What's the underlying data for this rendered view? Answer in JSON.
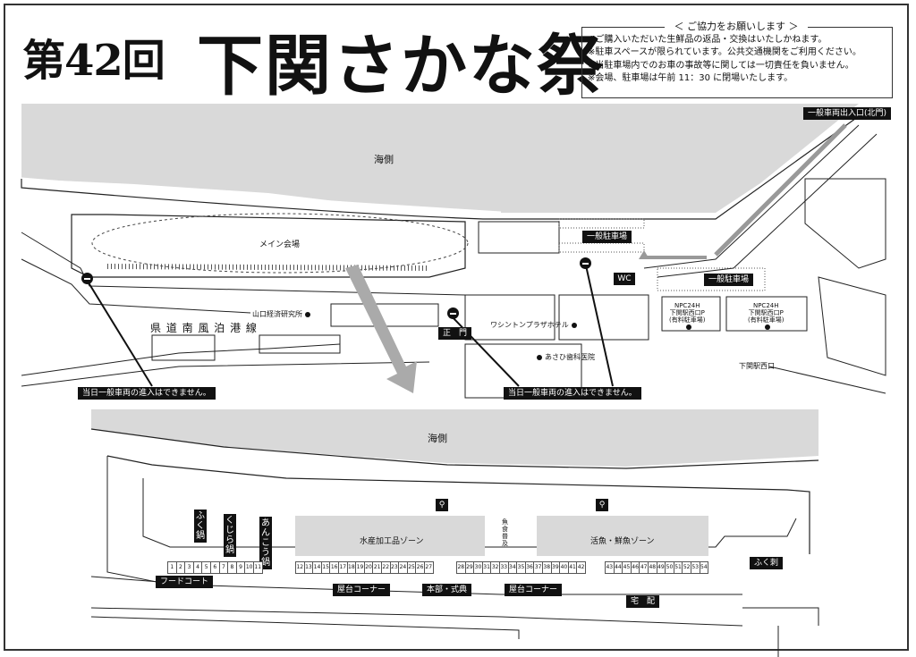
{
  "title": {
    "number": "第42回",
    "main": "下関さかな祭"
  },
  "notice": {
    "heading": "＜ ご協力をお願いします ＞",
    "lines": [
      "※ご購入いただいた生鮮品の返品・交換はいたしかねます。",
      "※駐車スペースが限られています。公共交通機関をご利用ください。",
      "※当駐車場内でのお車の事故等に関しては一切責任を負いません。",
      "※会場、駐車場は午前 11：30 に閉場いたします。"
    ]
  },
  "upper_map": {
    "sea": "海側",
    "main_venue": "メイン会場",
    "road": "県 道 南 風 泊 港 線",
    "exit": "一般車両出入口(北門)",
    "parking_1": "一般駐車場",
    "parking_2": "一般駐車場",
    "yamaguchi": "山口経済研究所",
    "main_gate": "正　門",
    "hotel": "ワシントンプラザホテル",
    "dental": "あさひ歯科医院",
    "npc1": [
      "NPC24H",
      "下関駅西口P",
      "(有料駐車場)"
    ],
    "npc2": [
      "NPC24H",
      "下関駅西口P",
      "(有料駐車場)"
    ],
    "station_west": "下関駅西口",
    "no_entry_left": "当日一般車両の進入はできません。",
    "no_entry_right": "当日一般車両の進入はできません。",
    "wc": "WC"
  },
  "lower_map": {
    "sea": "海側",
    "zone_processed": "水産加工品ゾーン",
    "zone_fresh": "活魚・鮮魚ゾーン",
    "fish_food": "魚食普及",
    "fuku_nabe": "ふく鍋",
    "kujira_nabe": "くじら鍋",
    "ankou_nabe": "あんこう鍋",
    "food_court": "フードコート",
    "yatai_1": "屋台コーナー",
    "honbu": "本部・式典",
    "yatai_2": "屋台コーナー",
    "fukusashi": "ふく刺",
    "delivery": "宅　配",
    "stalls_a": [
      "1",
      "2",
      "3",
      "4",
      "5",
      "6",
      "7",
      "8",
      "9",
      "10",
      "11"
    ],
    "stalls_b": [
      "12",
      "13",
      "14",
      "15",
      "16",
      "17",
      "18",
      "19",
      "20",
      "21",
      "22",
      "23",
      "24",
      "25",
      "26",
      "27"
    ],
    "stalls_c": [
      "28",
      "29",
      "30",
      "31",
      "32",
      "33",
      "34",
      "35",
      "36",
      "37",
      "38",
      "39",
      "40",
      "41",
      "42"
    ],
    "stalls_d": [
      "43",
      "44",
      "45",
      "46",
      "47",
      "48",
      "49",
      "50",
      "51",
      "52",
      "53",
      "54"
    ]
  }
}
